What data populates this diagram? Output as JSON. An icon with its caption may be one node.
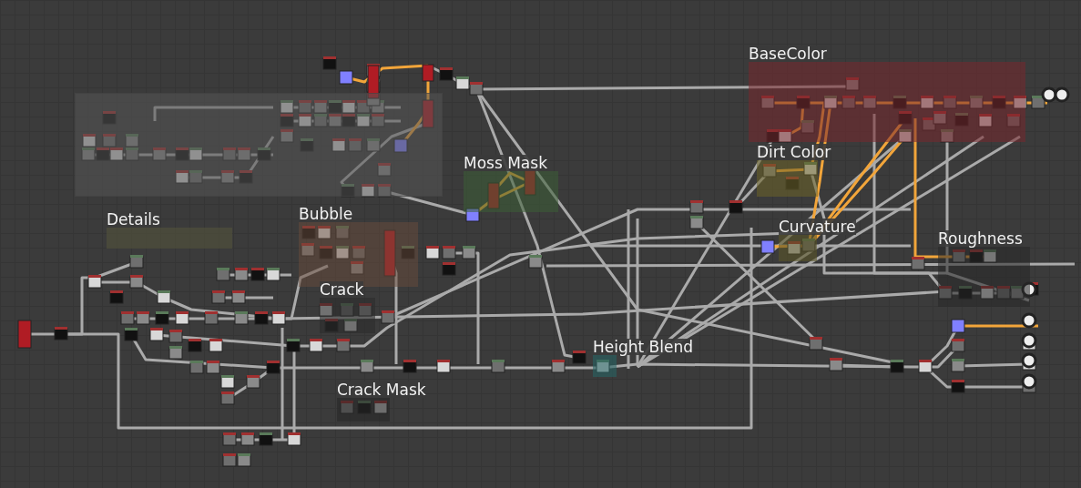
{
  "diagram": {
    "nodes": [
      {
        "text": [
          "BaseColor"
        ]
      },
      {
        "text": [],
        "shape": "box"
      },
      {
        "text": [
          "Dirt Color"
        ]
      },
      {
        "text": [
          "Moss Mask"
        ]
      },
      {
        "text": [
          "Details"
        ]
      },
      {
        "text": [
          "Bubble"
        ]
      },
      {
        "text": [
          "Curvature"
        ]
      },
      {
        "text": [
          "Roughness"
        ]
      },
      {
        "text": [
          "Crack"
        ]
      },
      {
        "text": [
          "Height Blend"
        ]
      },
      {
        "text": [
          "Crack Mask"
        ]
      }
    ]
  }
}
